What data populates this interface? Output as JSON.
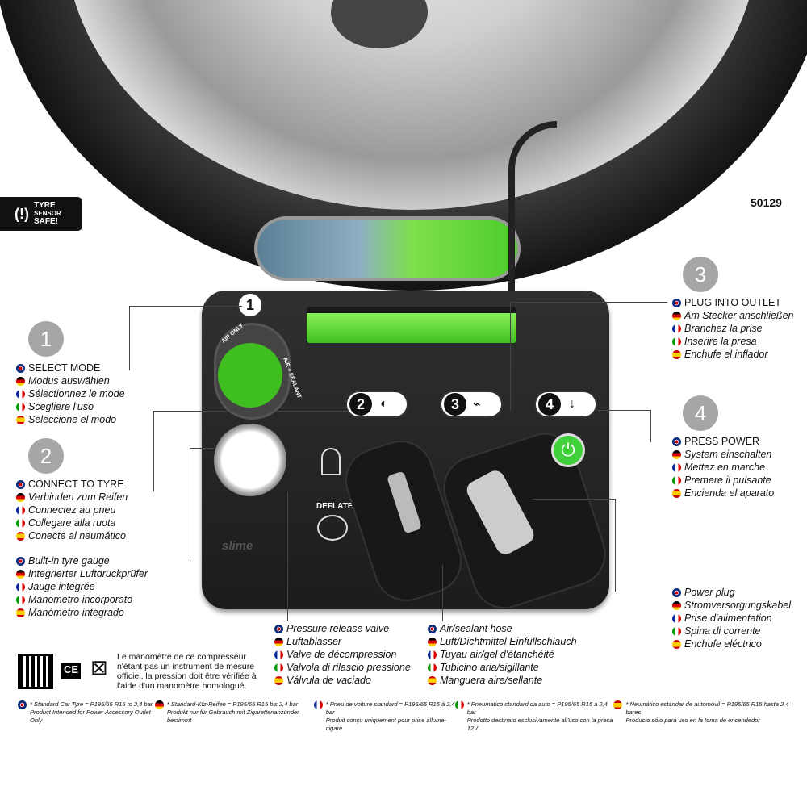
{
  "badge": {
    "line1": "TYRE",
    "line2": "SENSOR",
    "line3": "SAFE!"
  },
  "product_code": "50129",
  "device": {
    "brand": "slime",
    "dial_air_only": "AIR ONLY",
    "dial_air_sealant": "AIR + SEALANT",
    "deflate": "DEFLATE",
    "steps": [
      "1",
      "2",
      "3",
      "4"
    ]
  },
  "sections": [
    {
      "number": "1",
      "items": [
        {
          "flag": "uk",
          "text": "SELECT MODE"
        },
        {
          "flag": "de",
          "text": "Modus auswählen"
        },
        {
          "flag": "fr",
          "text": "Sélectionnez le mode"
        },
        {
          "flag": "it",
          "text": "Scegliere l'uso"
        },
        {
          "flag": "es",
          "text": "Seleccione el modo"
        }
      ]
    },
    {
      "number": "2",
      "items": [
        {
          "flag": "uk",
          "text": "CONNECT TO TYRE"
        },
        {
          "flag": "de",
          "text": "Verbinden zum Reifen"
        },
        {
          "flag": "fr",
          "text": "Connectez au pneu"
        },
        {
          "flag": "it",
          "text": "Collegare alla ruota"
        },
        {
          "flag": "es",
          "text": "Conecte al neumático"
        }
      ]
    },
    {
      "number": "3",
      "items": [
        {
          "flag": "uk",
          "text": "PLUG INTO OUTLET"
        },
        {
          "flag": "de",
          "text": "Am Stecker anschließen"
        },
        {
          "flag": "fr",
          "text": "Branchez la prise"
        },
        {
          "flag": "it",
          "text": "Inserire la presa"
        },
        {
          "flag": "es",
          "text": "Enchufe el inflador"
        }
      ]
    },
    {
      "number": "4",
      "items": [
        {
          "flag": "uk",
          "text": "PRESS POWER"
        },
        {
          "flag": "de",
          "text": "System einschalten"
        },
        {
          "flag": "fr",
          "text": "Mettez en marche"
        },
        {
          "flag": "it",
          "text": "Premere il pulsante"
        },
        {
          "flag": "es",
          "text": "Encienda el aparato"
        }
      ]
    }
  ],
  "features": [
    {
      "items": [
        {
          "flag": "uk",
          "text": "Built-in tyre gauge"
        },
        {
          "flag": "de",
          "text": "Integrierter Luftdruckprüfer"
        },
        {
          "flag": "fr",
          "text": "Jauge intégrée"
        },
        {
          "flag": "it",
          "text": "Manometro incorporato"
        },
        {
          "flag": "es",
          "text": "Manómetro integrado"
        }
      ]
    },
    {
      "items": [
        {
          "flag": "uk",
          "text": "Pressure release valve"
        },
        {
          "flag": "de",
          "text": "Luftablasser"
        },
        {
          "flag": "fr",
          "text": "Valve de décompression"
        },
        {
          "flag": "it",
          "text": "Valvola di rilascio pressione"
        },
        {
          "flag": "es",
          "text": "Válvula de vaciado"
        }
      ]
    },
    {
      "items": [
        {
          "flag": "uk",
          "text": "Air/sealant hose"
        },
        {
          "flag": "de",
          "text": "Luft/Dichtmittel Einfüllschlauch"
        },
        {
          "flag": "fr",
          "text": "Tuyau air/gel d'étanchéité"
        },
        {
          "flag": "it",
          "text": "Tubicino aria/sigillante"
        },
        {
          "flag": "es",
          "text": "Manguera aire/sellante"
        }
      ]
    },
    {
      "items": [
        {
          "flag": "uk",
          "text": "Power plug"
        },
        {
          "flag": "de",
          "text": "Stromversorgungskabel"
        },
        {
          "flag": "fr",
          "text": "Prise d'alimentation"
        },
        {
          "flag": "it",
          "text": "Spina di corrente"
        },
        {
          "flag": "es",
          "text": "Enchufe eléctrico"
        }
      ]
    }
  ],
  "note": "Le manomètre de ce compresseur n'étant pas un instrument de mesure officiel, la pression doit être vérifiée à l'aide d'un manomètre homologué.",
  "ce_mark": "CE",
  "footer": [
    {
      "flag": "uk",
      "line1": "* Standard Car Tyre = P195/65 R15 to 2,4 bar",
      "line2": "Product Intended for Power Accessory Outlet Only"
    },
    {
      "flag": "de",
      "line1": "* Standard-Kfz-Reifen = P195/65 R15 bis 2,4 bar",
      "line2": "Produkt nur für Gebrauch mit Zigarettenanzünder bestimmt"
    },
    {
      "flag": "fr",
      "line1": "* Pneu de voiture standard = P195/65 R15 à 2,4 bar",
      "line2": "Produit conçu uniquement pour prise allume-cigare"
    },
    {
      "flag": "it",
      "line1": "* Pneumatico standard da auto = P195/65 R15 a 2,4 bar",
      "line2": "Prodotto destinato esclusivamente all'uso con la presa 12V"
    },
    {
      "flag": "es",
      "line1": "* Neumático estándar de automóvil = P195/65 R15 hasta 2,4 bares",
      "line2": "Producto sólo para uso en la toma de encendedor"
    }
  ],
  "colors": {
    "accent_green": "#3fbf1f",
    "step_gray": "#a6a6a6",
    "device_body": "#262626"
  }
}
